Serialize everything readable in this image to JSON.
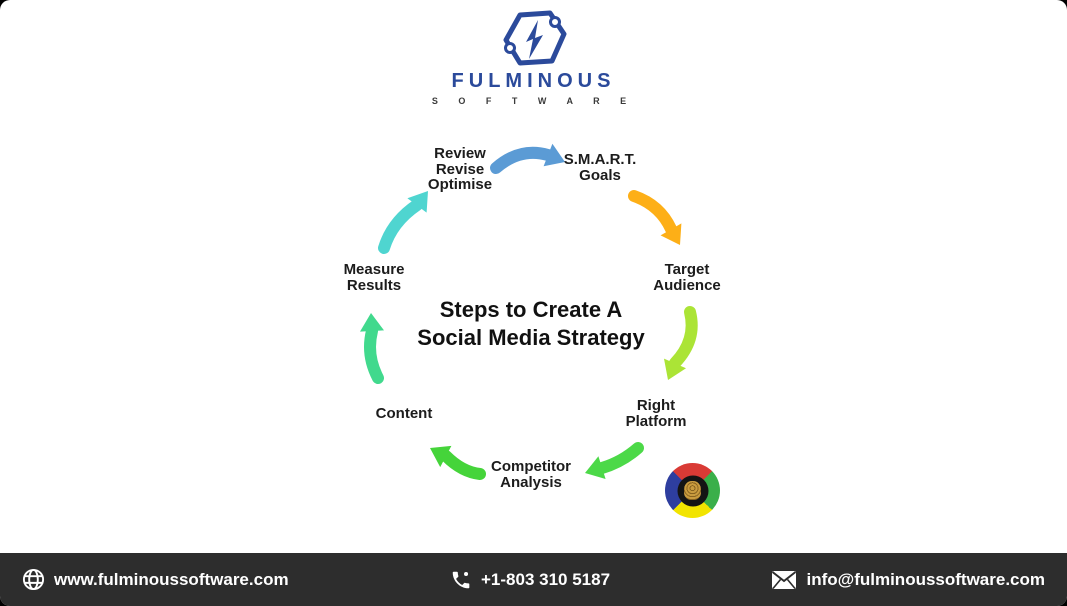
{
  "logo": {
    "name": "FULMINOUS",
    "subname": "S O F T W A R E",
    "color": "#2b4a9b",
    "subcolor": "#3a3a3a",
    "icon": "hexagon-lightning-bolt"
  },
  "diagram": {
    "title_line1": "Steps to Create A",
    "title_line2": "Social Media Strategy",
    "steps": [
      {
        "id": "review-revise-optimise",
        "lines": [
          "Review",
          "Revise",
          "Optimise"
        ]
      },
      {
        "id": "smart-goals",
        "lines": [
          "S.M.A.R.T.",
          "Goals"
        ]
      },
      {
        "id": "target-audience",
        "lines": [
          "Target",
          "Audience"
        ]
      },
      {
        "id": "right-platform",
        "lines": [
          "Right",
          "Platform"
        ]
      },
      {
        "id": "competitor-analysis",
        "lines": [
          "Competitor",
          "Analysis"
        ]
      },
      {
        "id": "content",
        "lines": [
          "Content"
        ]
      },
      {
        "id": "measure-results",
        "lines": [
          "Measure",
          "Results"
        ]
      }
    ],
    "arrows": [
      {
        "name": "arrow-review-to-smart",
        "color": "#5b9bd5"
      },
      {
        "name": "arrow-smart-to-target",
        "color": "#fdaf17"
      },
      {
        "name": "arrow-target-to-platform",
        "color": "#abe436"
      },
      {
        "name": "arrow-platform-to-competitor",
        "color": "#4cd948"
      },
      {
        "name": "arrow-competitor-to-content",
        "color": "#45d43a"
      },
      {
        "name": "arrow-content-to-measure",
        "color": "#41d98d"
      },
      {
        "name": "arrow-measure-to-review",
        "color": "#4fd5d0"
      }
    ]
  },
  "badge": {
    "icon": "four-color-ring-lion-emblem",
    "top": "#d93a35",
    "right": "#3aaf4a",
    "bottom": "#f2e400",
    "left": "#2e3e9f",
    "center": "#141414",
    "lion": "#c99b3f"
  },
  "footer": {
    "bg": "#2d2d2d",
    "text_color": "#ffffff",
    "website": "www.fulminoussoftware.com",
    "phone": "+1-803 310 5187",
    "email": "info@fulminoussoftware.com"
  }
}
